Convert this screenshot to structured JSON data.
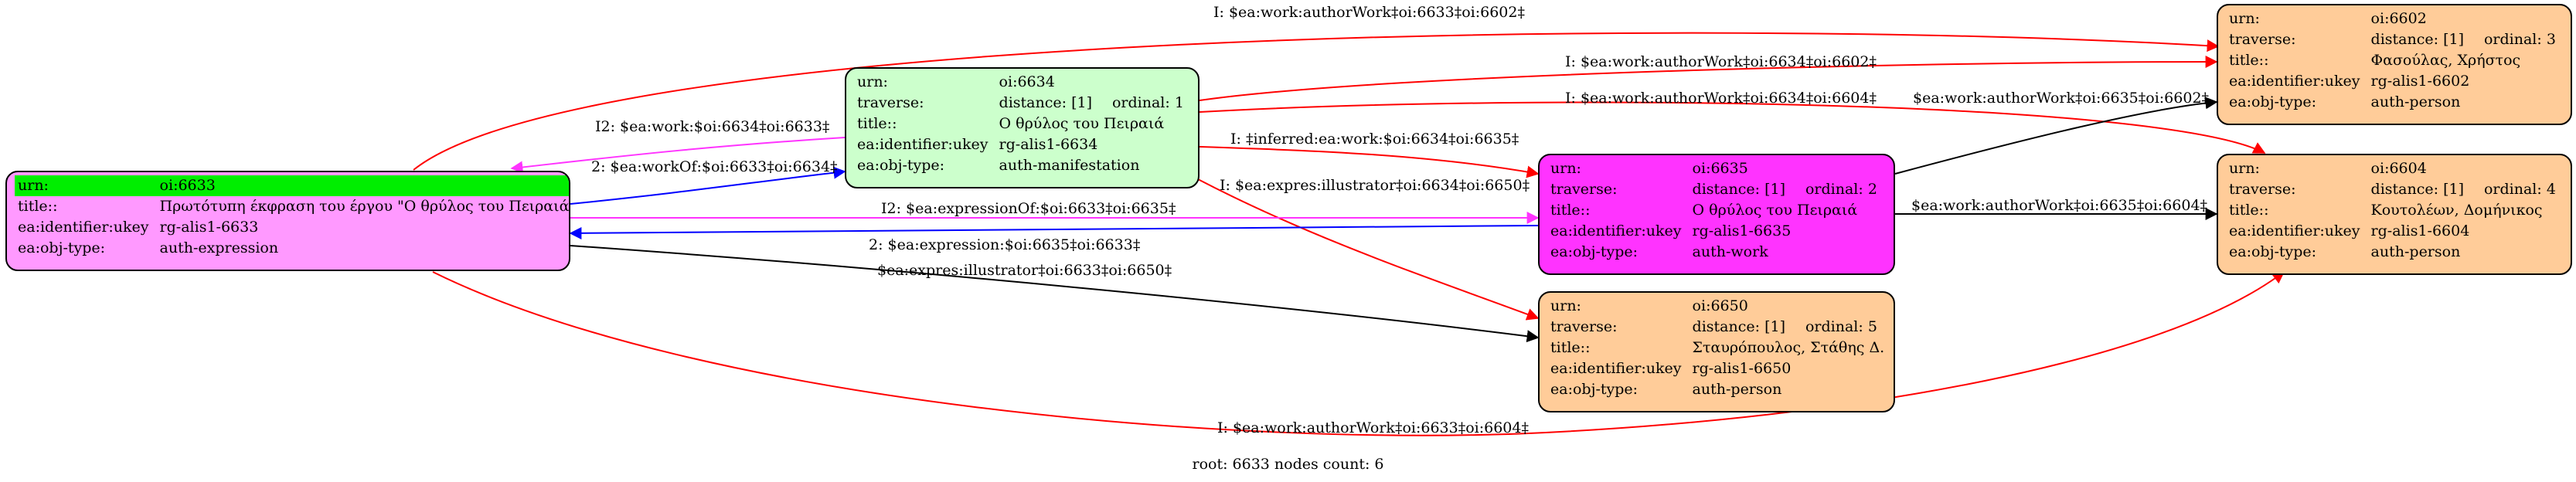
{
  "colors": {
    "root": "#ff99ff",
    "manifestation": "#ccffcc",
    "work": "#ff33ff",
    "person": "#ffcc99",
    "highlight": "#00ee00",
    "edge_red": "#ff0000",
    "edge_blue": "#0000ff",
    "edge_magenta": "#ff33ff",
    "edge_black": "#000000"
  },
  "nodes": {
    "n6633": {
      "urn_key": "urn:",
      "urn": "oi:6633",
      "title_key": "title::",
      "title": "Πρωτότυπη έκφραση του έργου \"Ο θρύλος του Πειραιά\"",
      "ukey_key": "ea:identifier:ukey",
      "ukey": "rg-alis1-6633",
      "type_key": "ea:obj-type:",
      "type": "auth-expression"
    },
    "n6634": {
      "urn_key": "urn:",
      "urn": "oi:6634",
      "traverse_key": "traverse:",
      "distance": "distance: [1]",
      "ordinal": "ordinal: 1",
      "title_key": "title::",
      "title": "Ο θρύλος του Πειραιά",
      "ukey_key": "ea:identifier:ukey",
      "ukey": "rg-alis1-6634",
      "type_key": "ea:obj-type:",
      "type": "auth-manifestation"
    },
    "n6635": {
      "urn_key": "urn:",
      "urn": "oi:6635",
      "traverse_key": "traverse:",
      "distance": "distance: [1]",
      "ordinal": "ordinal: 2",
      "title_key": "title::",
      "title": "Ο θρύλος του Πειραιά",
      "ukey_key": "ea:identifier:ukey",
      "ukey": "rg-alis1-6635",
      "type_key": "ea:obj-type:",
      "type": "auth-work"
    },
    "n6650": {
      "urn_key": "urn:",
      "urn": "oi:6650",
      "traverse_key": "traverse:",
      "distance": "distance: [1]",
      "ordinal": "ordinal: 5",
      "title_key": "title::",
      "title": "Σταυρόπουλος, Στάθης  Δ.",
      "ukey_key": "ea:identifier:ukey",
      "ukey": "rg-alis1-6650",
      "type_key": "ea:obj-type:",
      "type": "auth-person"
    },
    "n6602": {
      "urn_key": "urn:",
      "urn": "oi:6602",
      "traverse_key": "traverse:",
      "distance": "distance: [1]",
      "ordinal": "ordinal: 3",
      "title_key": "title::",
      "title": "Φασούλας, Χρήστος",
      "ukey_key": "ea:identifier:ukey",
      "ukey": "rg-alis1-6602",
      "type_key": "ea:obj-type:",
      "type": "auth-person"
    },
    "n6604": {
      "urn_key": "urn:",
      "urn": "oi:6604",
      "traverse_key": "traverse:",
      "distance": "distance: [1]",
      "ordinal": "ordinal: 4",
      "title_key": "title::",
      "title": "Κουτολέων, Δομήνικος",
      "ukey_key": "ea:identifier:ukey",
      "ukey": "rg-alis1-6604",
      "type_key": "ea:obj-type:",
      "type": "auth-person"
    }
  },
  "edges": [
    {
      "label": "I: $ea:work:authorWork‡oi:6633‡oi:6602‡",
      "color": "edge_red"
    },
    {
      "label": "I: $ea:work:authorWork‡oi:6634‡oi:6602‡",
      "color": "edge_red"
    },
    {
      "label": "I: $ea:work:authorWork‡oi:6634‡oi:6604‡",
      "color": "edge_red"
    },
    {
      "label": "$ea:work:authorWork‡oi:6635‡oi:6602‡",
      "color": "edge_black"
    },
    {
      "label": "I2: $ea:work:$oi:6634‡oi:6633‡",
      "color": "edge_magenta"
    },
    {
      "label": "2: $ea:workOf:$oi:6633‡oi:6634‡",
      "color": "edge_blue"
    },
    {
      "label": "I: ‡inferred:ea:work:$oi:6634‡oi:6635‡",
      "color": "edge_red"
    },
    {
      "label": "I: $ea:expres:illustrator‡oi:6634‡oi:6650‡",
      "color": "edge_red"
    },
    {
      "label": "I2: $ea:expressionOf:$oi:6633‡oi:6635‡",
      "color": "edge_magenta"
    },
    {
      "label": "2: $ea:expression:$oi:6635‡oi:6633‡",
      "color": "edge_blue"
    },
    {
      "label": "$ea:work:authorWork‡oi:6635‡oi:6604‡",
      "color": "edge_black"
    },
    {
      "label": "$ea:expres:illustrator‡oi:6633‡oi:6650‡",
      "color": "edge_black"
    },
    {
      "label": "I: $ea:work:authorWork‡oi:6633‡oi:6604‡",
      "color": "edge_red"
    }
  ],
  "footer": "root: 6633 nodes count: 6"
}
